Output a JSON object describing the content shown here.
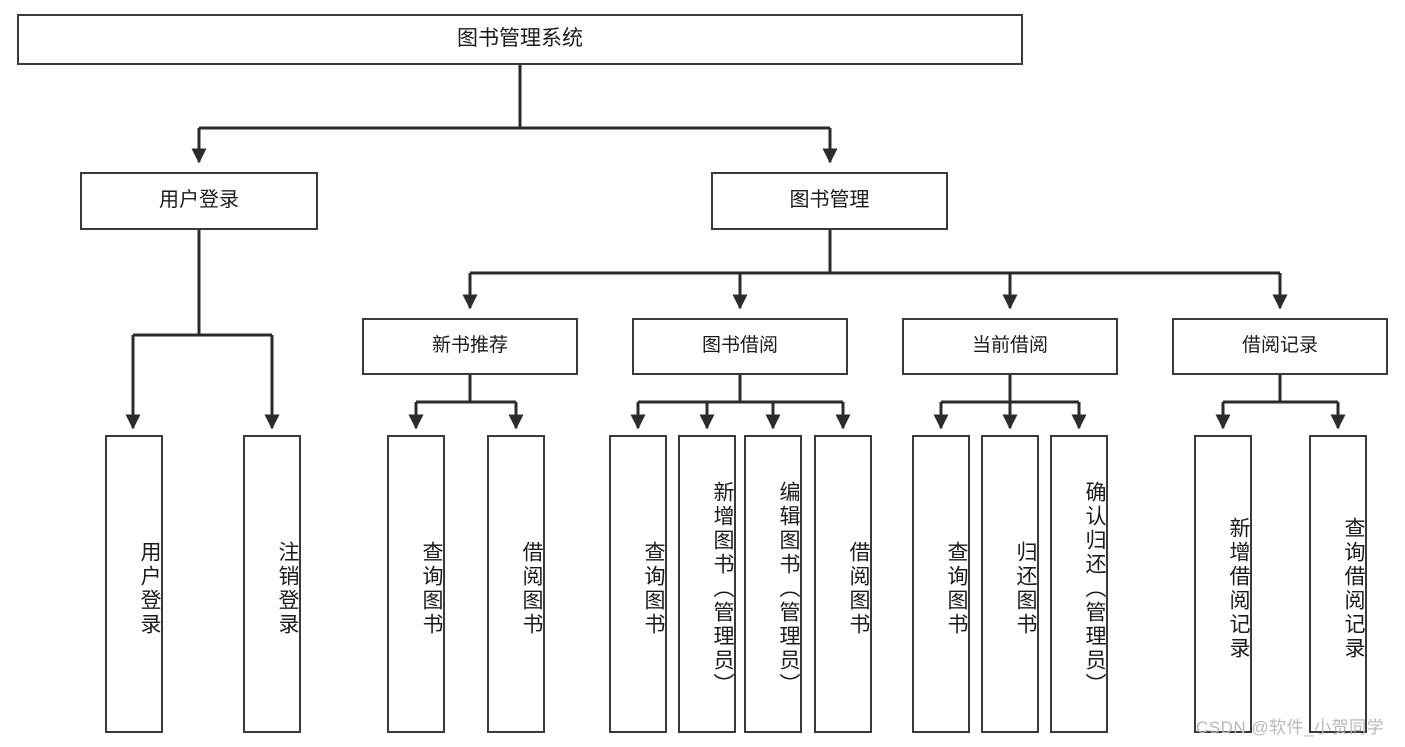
{
  "diagram": {
    "type": "tree-hierarchy",
    "title": "图书管理系统",
    "watermark": "CSDN @软件_小贺同学",
    "colors": {
      "box_border": "#3a3a3a",
      "box_fill": "#ffffff",
      "connector": "#2b2b2b",
      "text": "#1b1b1b",
      "watermark": "#b9b9b9"
    },
    "root": {
      "label": "图书管理系统"
    },
    "level2": [
      {
        "label": "用户登录"
      },
      {
        "label": "图书管理"
      }
    ],
    "level3": [
      {
        "label": "新书推荐"
      },
      {
        "label": "图书借阅"
      },
      {
        "label": "当前借阅"
      },
      {
        "label": "借阅记录"
      }
    ],
    "leaves": {
      "user_login": [
        {
          "label": "用户登录"
        },
        {
          "label": "注销登录"
        }
      ],
      "new_book_recommend": [
        {
          "label": "查询图书"
        },
        {
          "label": "借阅图书"
        }
      ],
      "book_borrow": [
        {
          "label": "查询图书"
        },
        {
          "label": "新增图书（管理员）"
        },
        {
          "label": "编辑图书（管理员）"
        },
        {
          "label": "借阅图书"
        }
      ],
      "current_borrow": [
        {
          "label": "查询图书"
        },
        {
          "label": "归还图书"
        },
        {
          "label": "确认归还（管理员）"
        }
      ],
      "borrow_records": [
        {
          "label": "新增借阅记录"
        },
        {
          "label": "查询借阅记录"
        }
      ]
    }
  }
}
